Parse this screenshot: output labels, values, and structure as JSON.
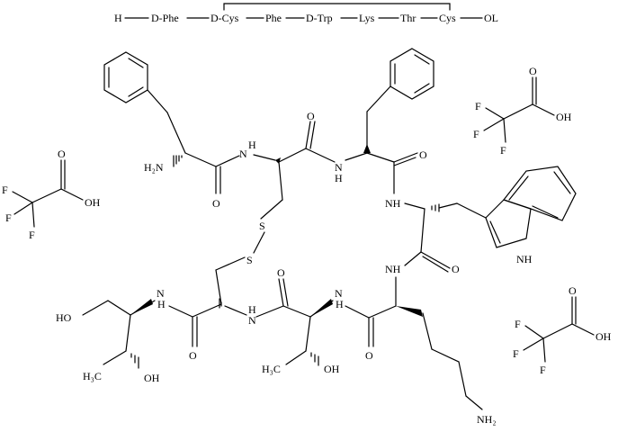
{
  "sequence": {
    "prefix": "H",
    "residues": [
      "D-Phe",
      "D-Cys",
      "Phe",
      "D-Trp",
      "Lys",
      "Thr",
      "Cys"
    ],
    "suffix": "OL"
  },
  "labels": {
    "h2n": "H₂N",
    "o": "O",
    "n": "N",
    "h": "H",
    "nh": "NH",
    "s": "S",
    "ho": "HO",
    "oh": "OH",
    "h3c": "H₃C",
    "nh2": "NH₂",
    "f": "F"
  }
}
